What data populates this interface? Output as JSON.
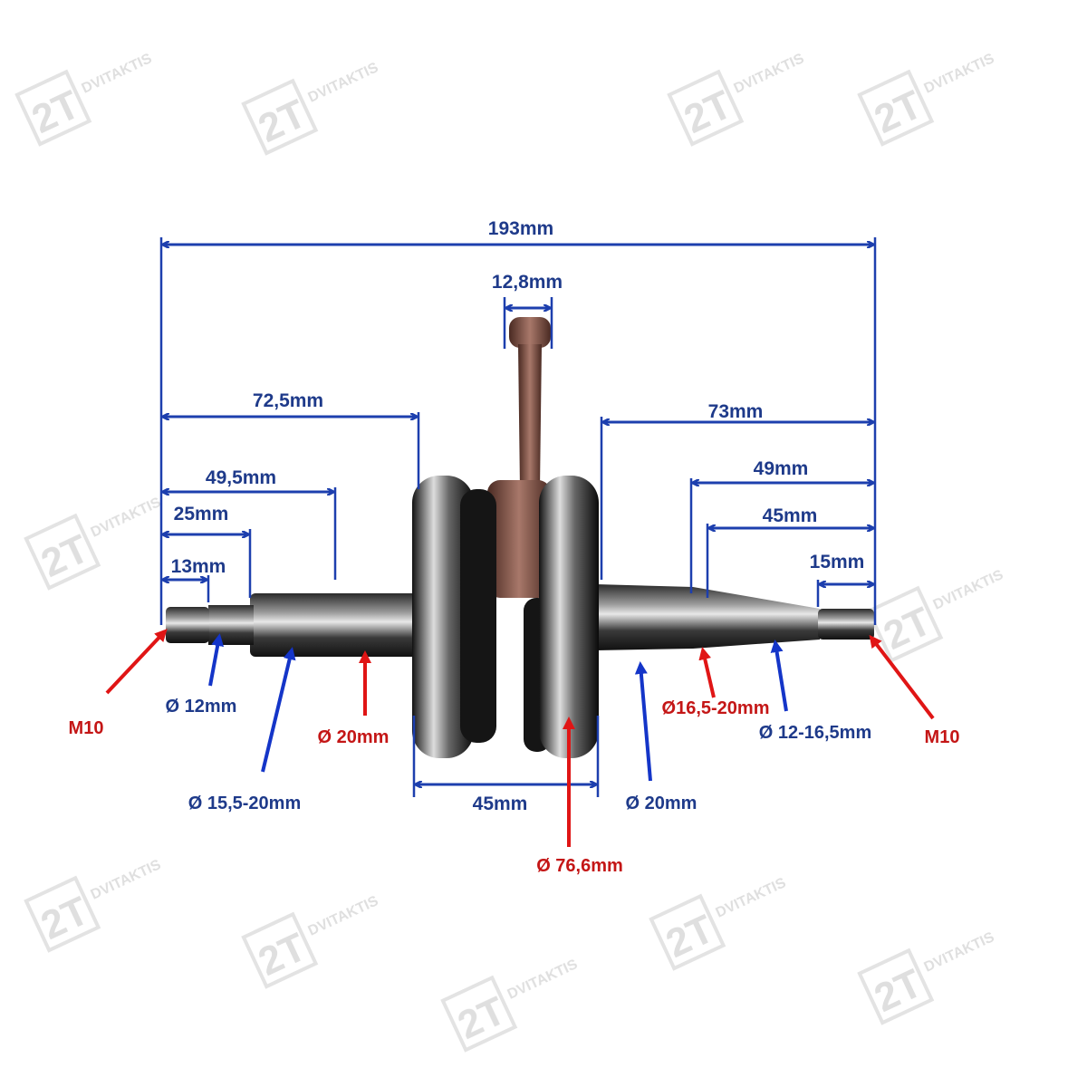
{
  "watermark": {
    "logo": "2T",
    "brand": "DVITAKTIS"
  },
  "colors": {
    "dimension": "#1d3fae",
    "label_blue": "#1e3a8a",
    "label_red": "#c41616",
    "conrod": "#7a4a3c"
  },
  "dimensions": {
    "overall": "193mm",
    "conrod_width": "12,8mm",
    "left_to_web": "72,5mm",
    "right_to_web": "73mm",
    "left_49_5": "49,5mm",
    "right_49": "49mm",
    "left_25": "25mm",
    "right_45": "45mm",
    "left_13": "13mm",
    "right_15": "15mm",
    "web_width": "45mm"
  },
  "callouts": {
    "left_thread": "M10",
    "left_d12": "Ø 12mm",
    "left_taper": "Ø 15,5-20mm",
    "left_d20": "Ø 20mm",
    "flywheel": "Ø 76,6mm",
    "right_d20": "Ø 20mm",
    "right_taper_big": "Ø16,5-20mm",
    "right_taper_small": "Ø 12-16,5mm",
    "right_thread": "M10"
  }
}
